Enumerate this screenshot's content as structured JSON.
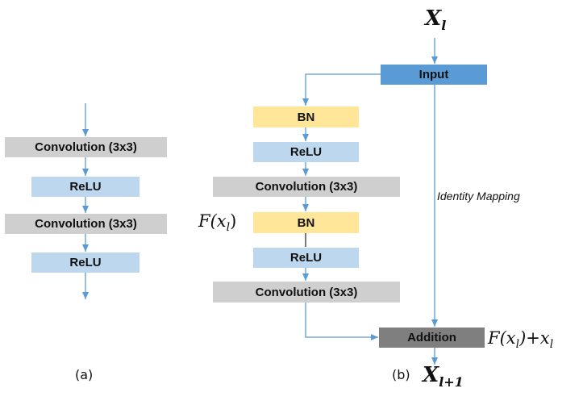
{
  "panel_a": {
    "conv1": "Convolution (3x3)",
    "relu1": "ReLU",
    "conv2": "Convolution (3x3)",
    "relu2": "ReLU",
    "caption": "(a)"
  },
  "panel_b": {
    "input_top_var": "X",
    "input_top_sub": "l",
    "input": "Input",
    "bn1": "BN",
    "relu1": "ReLU",
    "conv1": "Convolution (3x3)",
    "bn2": "BN",
    "relu2": "ReLU",
    "conv2": "Convolution (3x3)",
    "identity": "Identity Mapping",
    "addition": "Addition",
    "fx_left": "F(x",
    "fx_left_sub": "l",
    "fx_left_end": ")",
    "fx_sum": "F(x",
    "fx_sum_sub": "l",
    "fx_sum_mid": ")+x",
    "fx_sum_sub2": "l",
    "output_var": "X",
    "output_sub": "l+1",
    "caption": "(b)"
  },
  "colors": {
    "arrow": "#5b9bd5",
    "gray_box": "#cfcfcf",
    "blue_box": "#bdd7ee",
    "yellow_box": "#ffe699",
    "input_box": "#5b9bd5",
    "addition_box": "#7f7f7f"
  }
}
